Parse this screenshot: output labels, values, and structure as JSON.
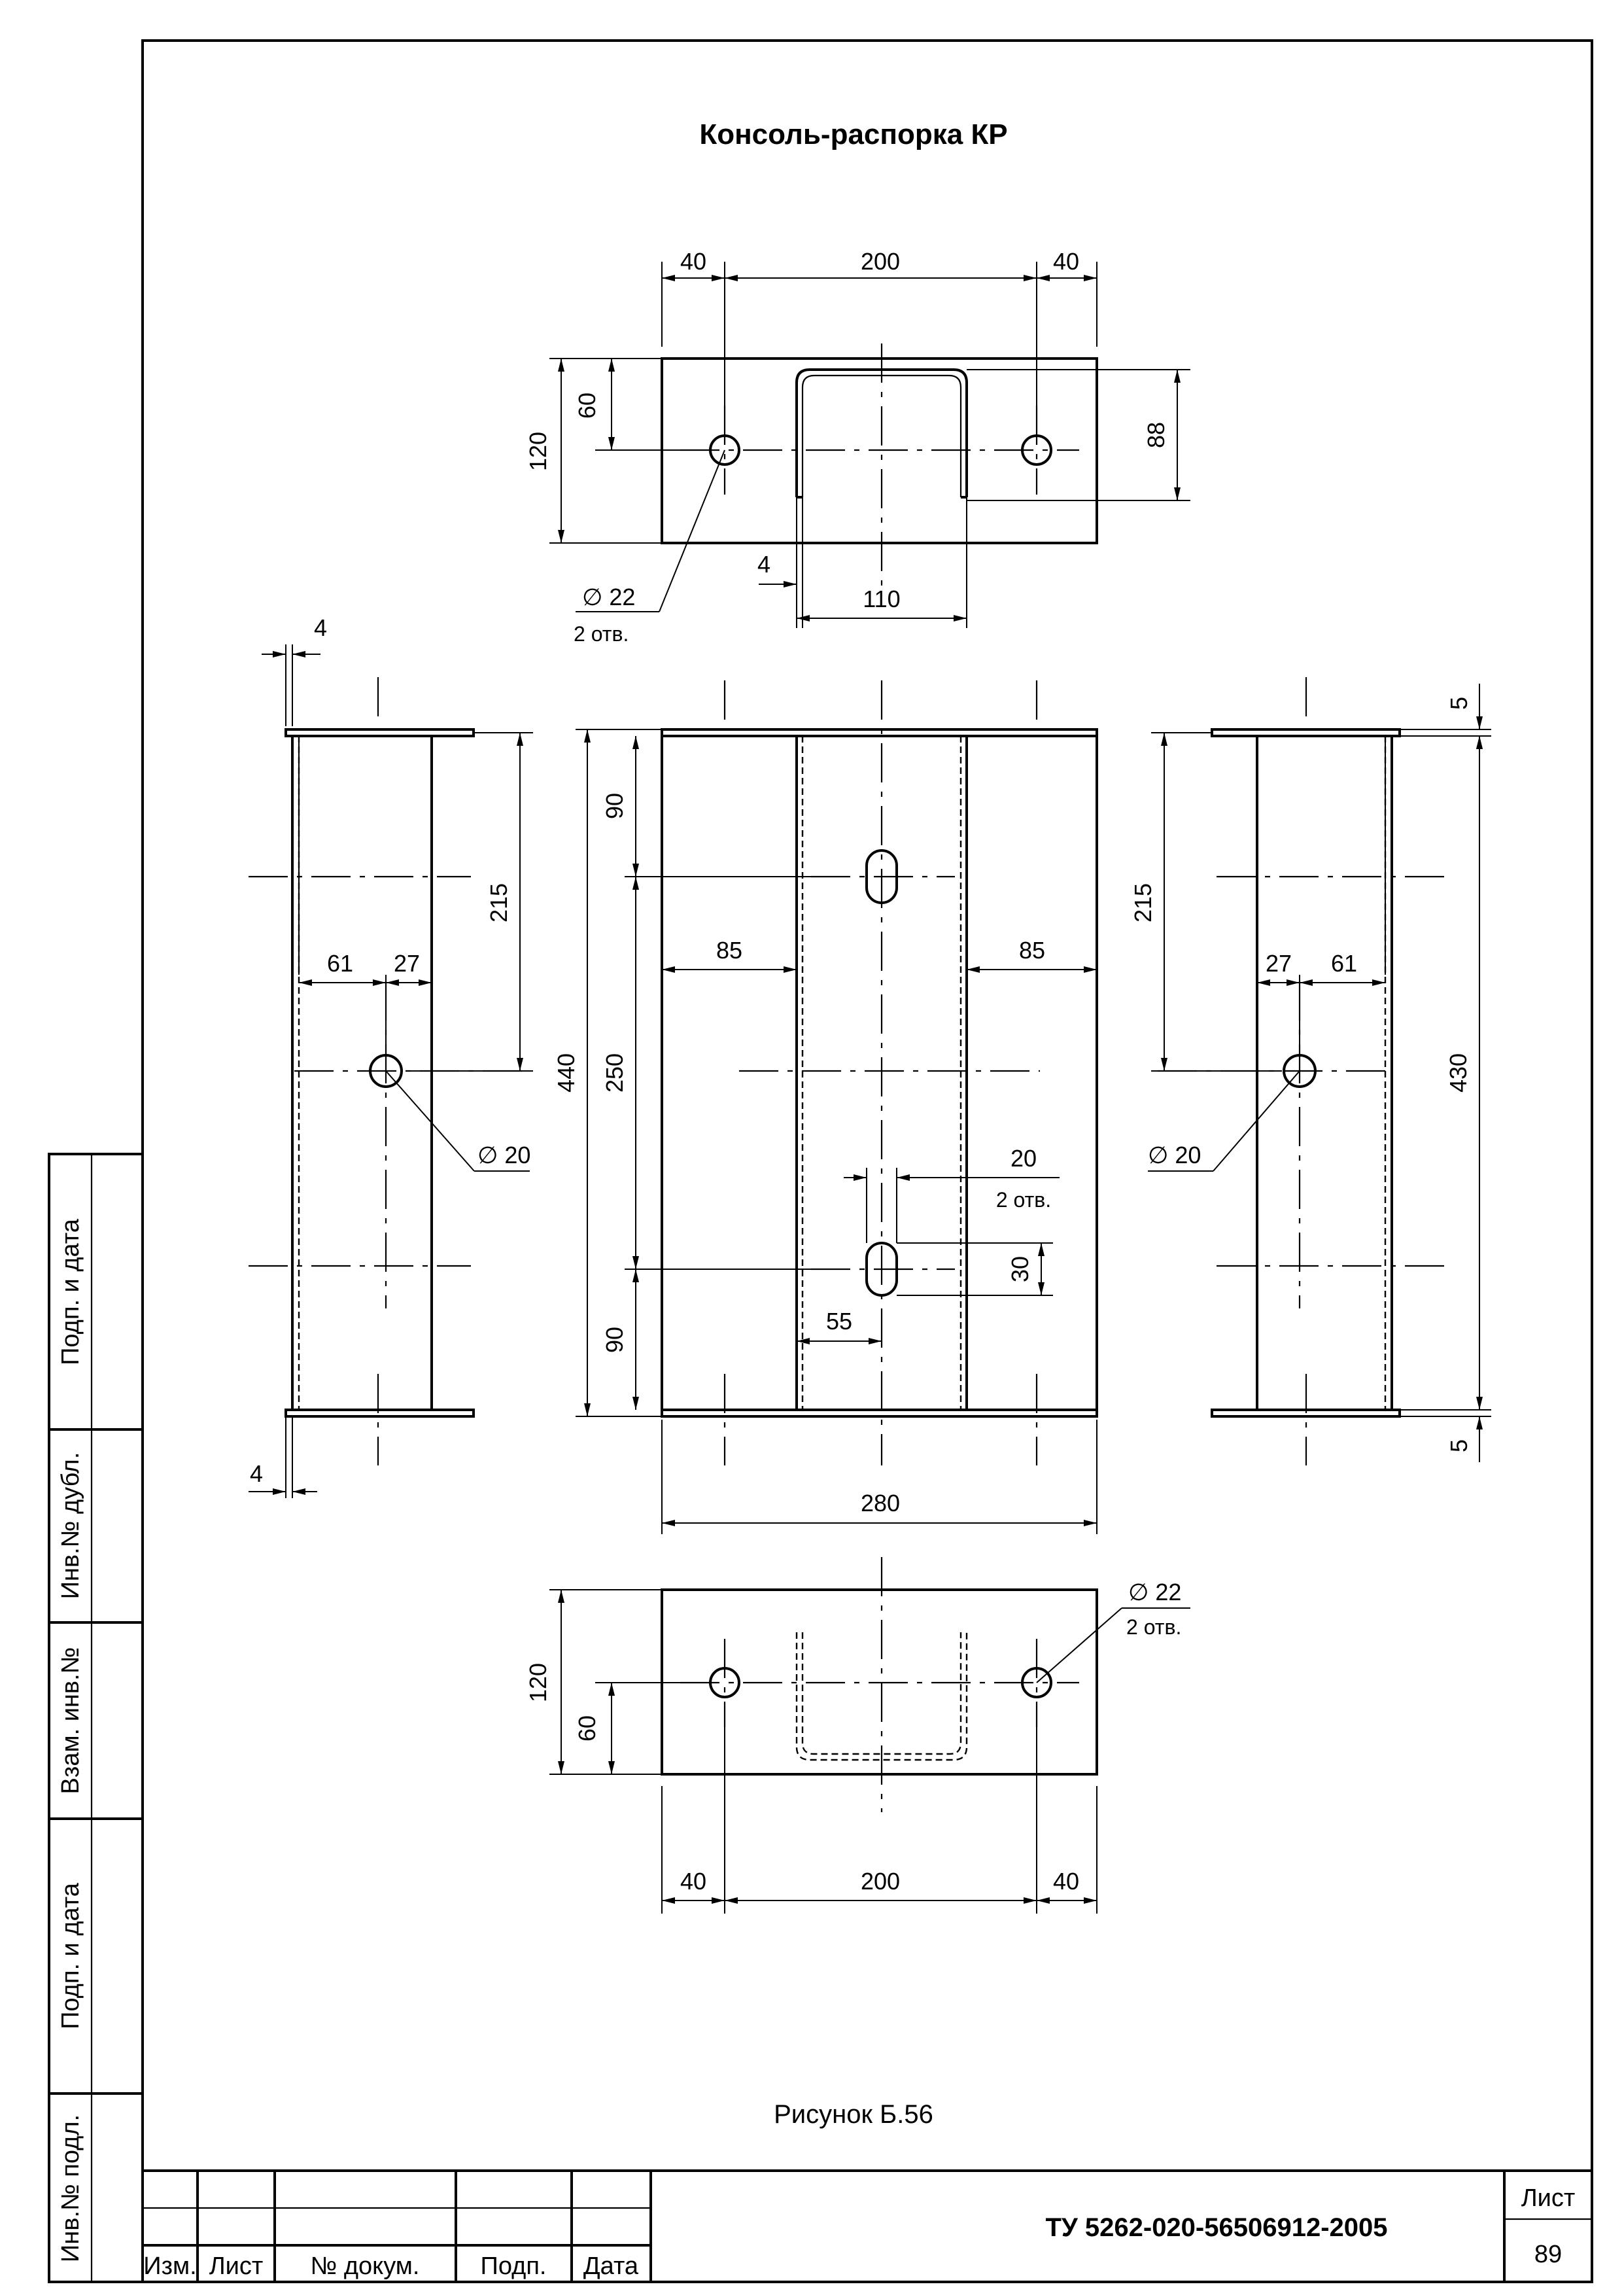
{
  "title": "Консоль-распорка  КР",
  "caption": "Рисунок Б.56",
  "doc_code": "ТУ 5262-020-56506912-2005",
  "sheet_label": "Лист",
  "sheet_number": "89",
  "title_block_columns": [
    "Изм.",
    "Лист",
    "№ докум.",
    "Подп.",
    "Дата"
  ],
  "side_stamp": [
    "Подп. и дата",
    "Инв.№ дубл.",
    "Взам. инв.№",
    "Подп. и дата",
    "Инв.№ подл."
  ],
  "top_view": {
    "dim_40_left": "40",
    "dim_200": "200",
    "dim_40_right": "40",
    "dim_60": "60",
    "dim_120": "120",
    "dim_88": "88",
    "dim_4": "4",
    "dim_110": "110",
    "hole_dia": "∅ 22",
    "hole_count": "2 отв."
  },
  "left_view": {
    "dim_4_top": "4",
    "dim_215": "215",
    "dim_61": "61",
    "dim_27": "27",
    "hole_dia": "∅ 20",
    "dim_4_bottom": "4"
  },
  "front_view": {
    "dim_440": "440",
    "dim_90_top": "90",
    "dim_250": "250",
    "dim_90_bottom": "90",
    "dim_85_left": "85",
    "dim_85_right": "85",
    "slot_width": "20",
    "slot_count": "2 отв.",
    "dim_30": "30",
    "dim_55": "55",
    "dim_280": "280"
  },
  "right_view": {
    "dim_5_top": "5",
    "dim_215": "215",
    "dim_27": "27",
    "dim_61": "61",
    "dim_430": "430",
    "hole_dia": "∅ 20",
    "dim_5_bottom": "5"
  },
  "bottom_view": {
    "hole_dia": "∅ 22",
    "hole_count": "2 отв.",
    "dim_120": "120",
    "dim_60": "60",
    "dim_40_left": "40",
    "dim_200": "200",
    "dim_40_right": "40"
  }
}
